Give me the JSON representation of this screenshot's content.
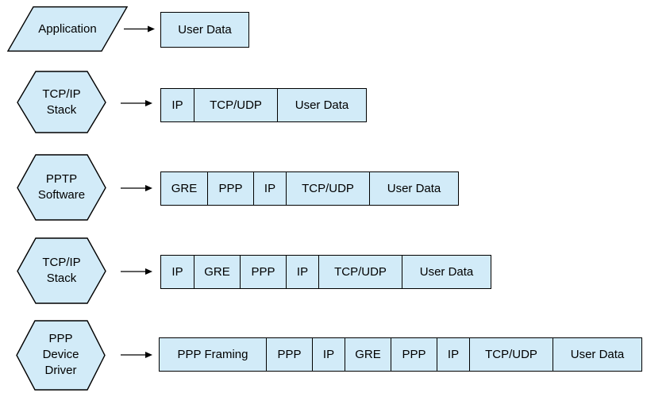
{
  "colors": {
    "shape_fill": "#d2ebf8",
    "shape_border": "#000000",
    "text": "#000000",
    "background": "#ffffff"
  },
  "rows": [
    {
      "shape": "parallelogram",
      "label": "Application",
      "cells": [
        "User Data"
      ]
    },
    {
      "shape": "hexagon",
      "label": "TCP/IP\nStack",
      "cells": [
        "IP",
        "TCP/UDP",
        "User Data"
      ]
    },
    {
      "shape": "hexagon",
      "label": "PPTP\nSoftware",
      "cells": [
        "GRE",
        "PPP",
        "IP",
        "TCP/UDP",
        "User Data"
      ]
    },
    {
      "shape": "hexagon",
      "label": "TCP/IP\nStack",
      "cells": [
        "IP",
        "GRE",
        "PPP",
        "IP",
        "TCP/UDP",
        "User Data"
      ]
    },
    {
      "shape": "hexagon",
      "label": "PPP\nDevice\nDriver",
      "cells": [
        "PPP Framing",
        "PPP",
        "IP",
        "GRE",
        "PPP",
        "IP",
        "TCP/UDP",
        "User Data"
      ]
    }
  ]
}
